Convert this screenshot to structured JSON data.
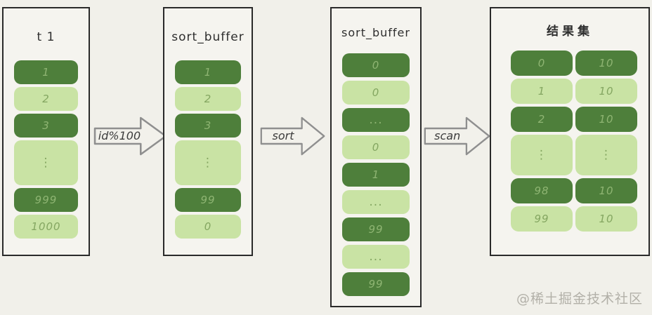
{
  "colors": {
    "page_bg": "#f1f0ea",
    "panel_bg": "#f5f4ef",
    "panel_border": "#2a2a2a",
    "cell_dark_bg": "#4e7f3b",
    "cell_dark_text": "#8fb573",
    "cell_light_bg": "#c9e3a4",
    "cell_light_text": "#84a661",
    "arrow_stroke": "#8f8f8f",
    "arrow_label_text": "#3c3c3c",
    "watermark_text": "#b2b0a8"
  },
  "panels": [
    {
      "title": "t 1",
      "cells": [
        {
          "text": "1",
          "tone": "dark"
        },
        {
          "text": "2",
          "tone": "light"
        },
        {
          "text": "3",
          "tone": "dark"
        },
        {
          "text": "⋮",
          "tone": "light",
          "tall": true
        },
        {
          "text": "999",
          "tone": "dark"
        },
        {
          "text": "1000",
          "tone": "light"
        }
      ]
    },
    {
      "title": "sort_buffer",
      "cells": [
        {
          "text": "1",
          "tone": "dark"
        },
        {
          "text": "2",
          "tone": "light"
        },
        {
          "text": "3",
          "tone": "dark"
        },
        {
          "text": "⋮",
          "tone": "light",
          "tall": true
        },
        {
          "text": "99",
          "tone": "dark"
        },
        {
          "text": "0",
          "tone": "light"
        }
      ]
    },
    {
      "title": "sort_buffer",
      "cells": [
        {
          "text": "0",
          "tone": "dark"
        },
        {
          "text": "0",
          "tone": "light"
        },
        {
          "text": "...",
          "tone": "dark"
        },
        {
          "text": "0",
          "tone": "light"
        },
        {
          "text": "1",
          "tone": "dark"
        },
        {
          "text": "...",
          "tone": "light"
        },
        {
          "text": "99",
          "tone": "dark"
        },
        {
          "text": "...",
          "tone": "light"
        },
        {
          "text": "99",
          "tone": "dark"
        }
      ]
    },
    {
      "title": "结果集",
      "rows": [
        {
          "left": "0",
          "right": "10",
          "tone": "dark"
        },
        {
          "left": "1",
          "right": "10",
          "tone": "light"
        },
        {
          "left": "2",
          "right": "10",
          "tone": "dark"
        },
        {
          "left": "⋮",
          "right": "⋮",
          "tone": "light",
          "tall": true
        },
        {
          "left": "98",
          "right": "10",
          "tone": "dark"
        },
        {
          "left": "99",
          "right": "10",
          "tone": "light"
        }
      ]
    }
  ],
  "arrows": [
    {
      "label": "id%100"
    },
    {
      "label": "sort"
    },
    {
      "label": "scan"
    }
  ],
  "watermark": "@稀土掘金技术社区"
}
